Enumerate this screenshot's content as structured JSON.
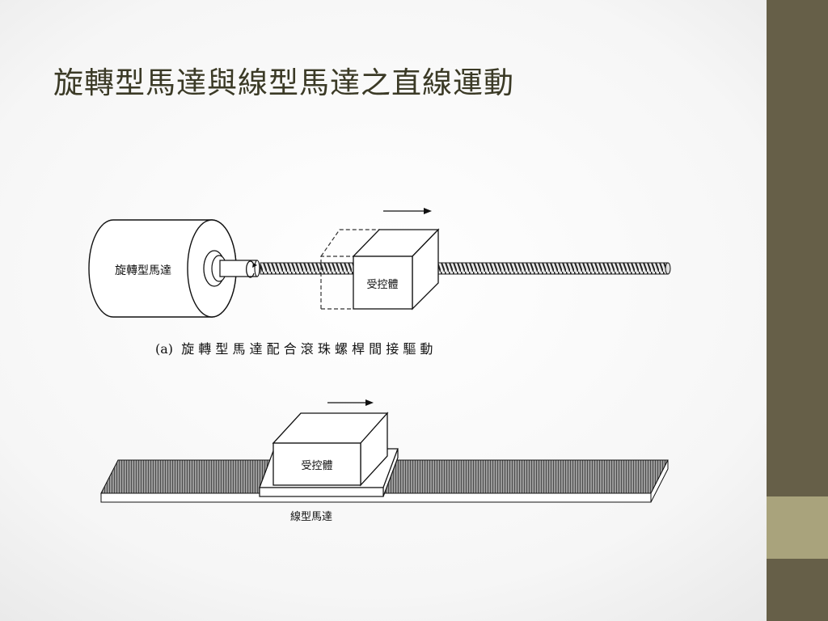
{
  "slide": {
    "title": "旋轉型馬達與線型馬達之直線運動"
  },
  "diagram_a": {
    "motor_label": "旋轉型馬達",
    "load_label": "受控體",
    "caption": "(a)  旋 轉 型 馬 達 配 合 滾 珠 螺 桿 間 接 驅 動"
  },
  "diagram_b": {
    "load_label": "受控體",
    "motor_label": "線型馬達"
  },
  "colors": {
    "sidebar": "#665f48",
    "sidebar_accent": "#a9a37c",
    "title": "#3b3a26"
  }
}
